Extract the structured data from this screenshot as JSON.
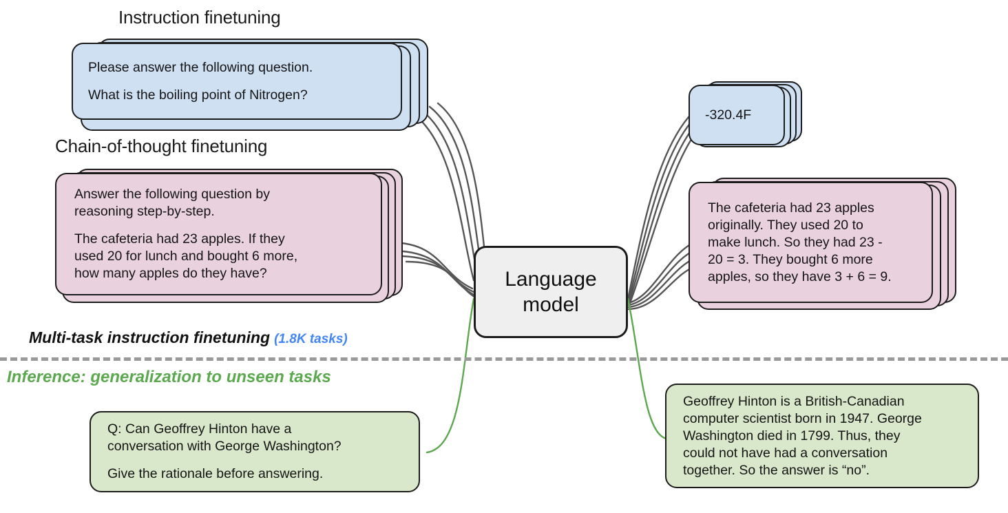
{
  "figure": {
    "headings": {
      "instruction_finetuning": "Instruction finetuning",
      "chain_of_thought_finetuning": "Chain-of-thought finetuning"
    },
    "captions": {
      "multitask": "Multi-task instruction finetuning",
      "multitask_count": "(1.8K tasks)",
      "inference": "Inference: generalization to unseen tasks"
    },
    "model": {
      "label": "Language\nmodel"
    },
    "inputs": {
      "instruction": {
        "line1": "Please answer the following question.",
        "line2": "What is the boiling point of Nitrogen?"
      },
      "chain_of_thought": {
        "line1": "Answer the following question by\nreasoning step-by-step.",
        "line2": "The cafeteria had 23 apples. If they\nused 20 for lunch and bought 6 more,\nhow many apples do they have?"
      },
      "inference": {
        "line1": "Q: Can Geoffrey Hinton have a\nconversation with George Washington?",
        "line2": "Give the rationale before answering."
      }
    },
    "outputs": {
      "instruction": {
        "text": "-320.4F"
      },
      "chain_of_thought": {
        "text": "The cafeteria had 23 apples\noriginally. They used 20 to\nmake lunch. So they had 23 -\n20 = 3. They bought 6 more\napples, so they have 3 + 6 = 9."
      },
      "inference": {
        "text": "Geoffrey Hinton is a British-Canadian\ncomputer scientist born in 1947. George\nWashington died in 1799. Thus, they\ncould not have had a conversation\ntogether. So the answer is “no”."
      }
    },
    "colors": {
      "instruction_card": "#cfe0f3",
      "chain_of_thought_card": "#ead1de",
      "inference_card": "#d9e7cb",
      "model_card": "#efefef",
      "outline": "#1b1b1b",
      "finetune_wire": "#555555",
      "inference_wire": "#5ba84f",
      "divider": "#9a9a9a",
      "tasks_accent": "#4285f4",
      "inference_accent": "#5ba84f"
    }
  }
}
